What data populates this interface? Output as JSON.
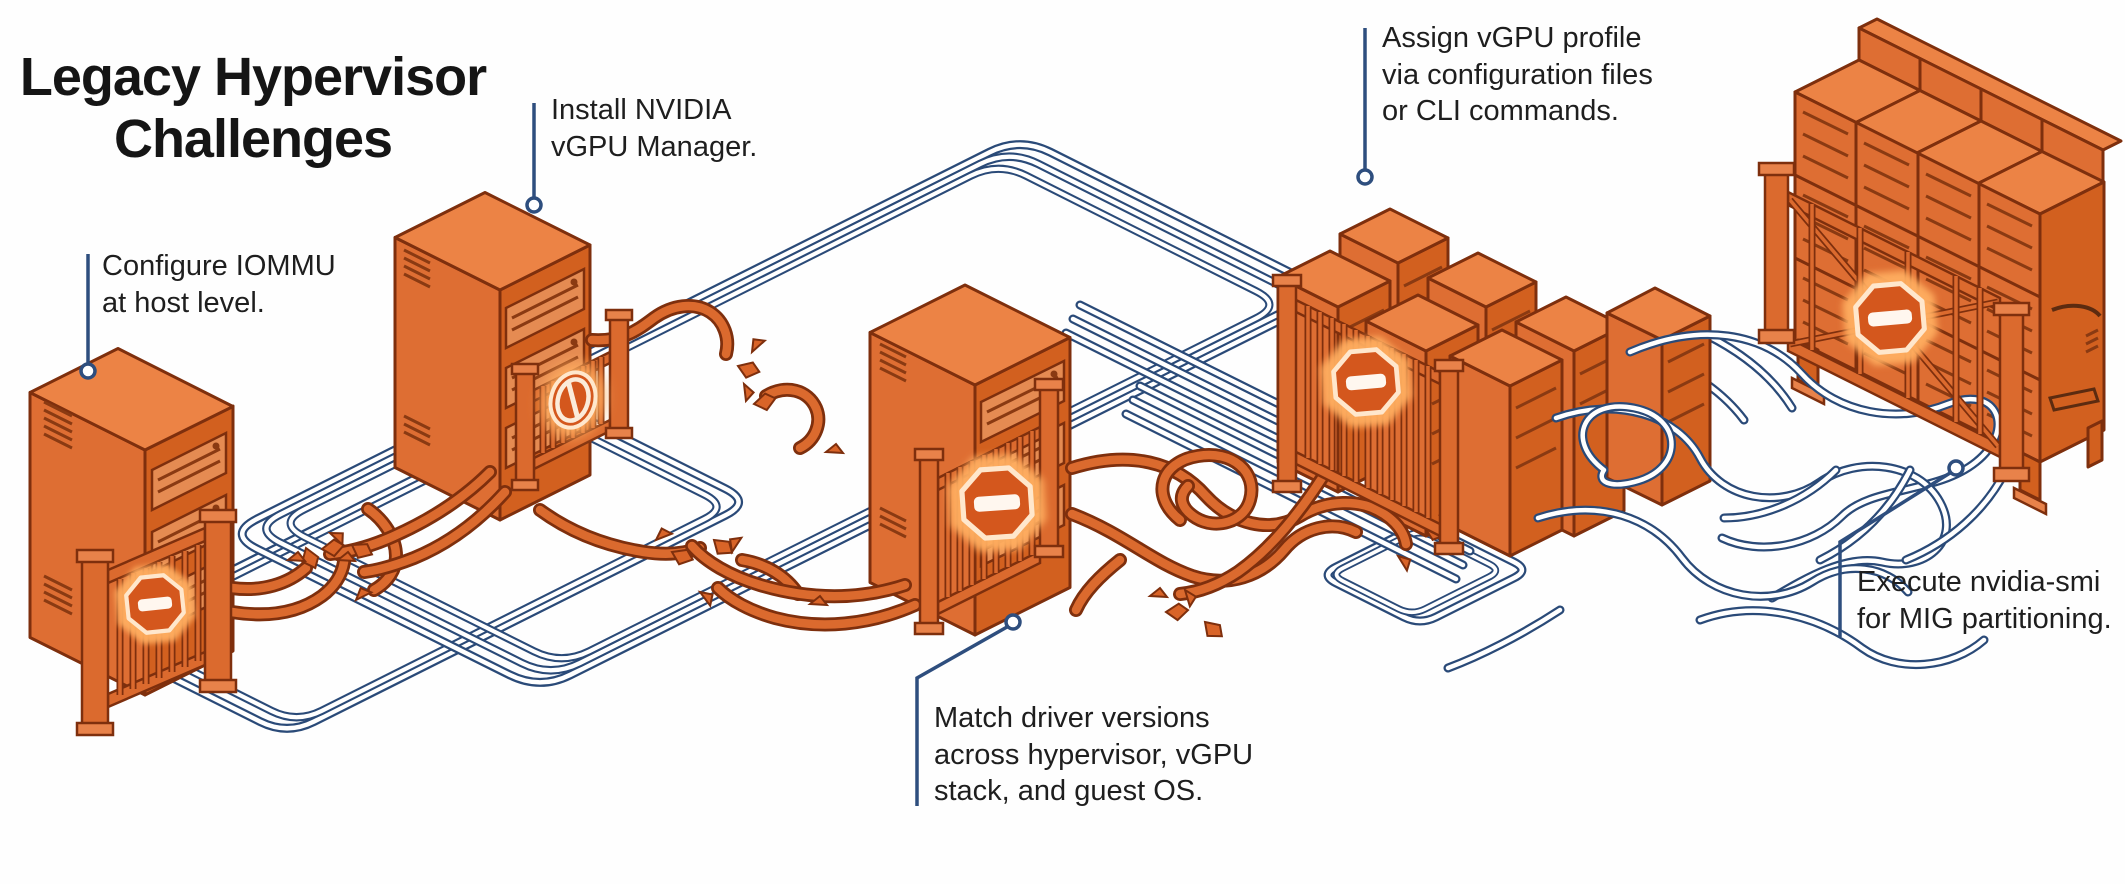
{
  "title": {
    "line1": "Legacy Hypervisor",
    "line2": "Challenges"
  },
  "callouts": [
    {
      "id": "configure-iommu",
      "text": "Configure IOMMU\nat host level."
    },
    {
      "id": "install-vgpu-manager",
      "text": "Install NVIDIA\nvGPU Manager."
    },
    {
      "id": "match-driver-versions",
      "text": "Match driver versions\nacross hypervisor, vGPU\nstack, and guest OS."
    },
    {
      "id": "assign-vgpu-profile",
      "text": "Assign vGPU profile\nvia configuration files\nor CLI commands."
    },
    {
      "id": "execute-nvidia-smi",
      "text": "Execute nvidia-smi\nfor MIG partitioning."
    }
  ],
  "stations": [
    {
      "name": "host-server",
      "sign_icon": "no-entry-sign-icon"
    },
    {
      "name": "vgpu-manager-server",
      "sign_icon": "prohibited-slash-sign-icon"
    },
    {
      "name": "driver-match-server",
      "sign_icon": "no-entry-sign-icon"
    },
    {
      "name": "vgpu-profile-cluster",
      "sign_icon": "no-entry-sign-icon"
    },
    {
      "name": "mig-partition-rack",
      "sign_icon": "no-entry-sign-icon"
    }
  ],
  "colors": {
    "background": "#FEFEFE",
    "orange": "#D96428",
    "orange_light": "#EC8345",
    "orange_outline": "#7E2F0D",
    "pipe_blue": "#2A4A78",
    "leader_blue": "#2E4E7E",
    "sign_glow": "#FFAE60",
    "text": "#1E1E1E"
  }
}
